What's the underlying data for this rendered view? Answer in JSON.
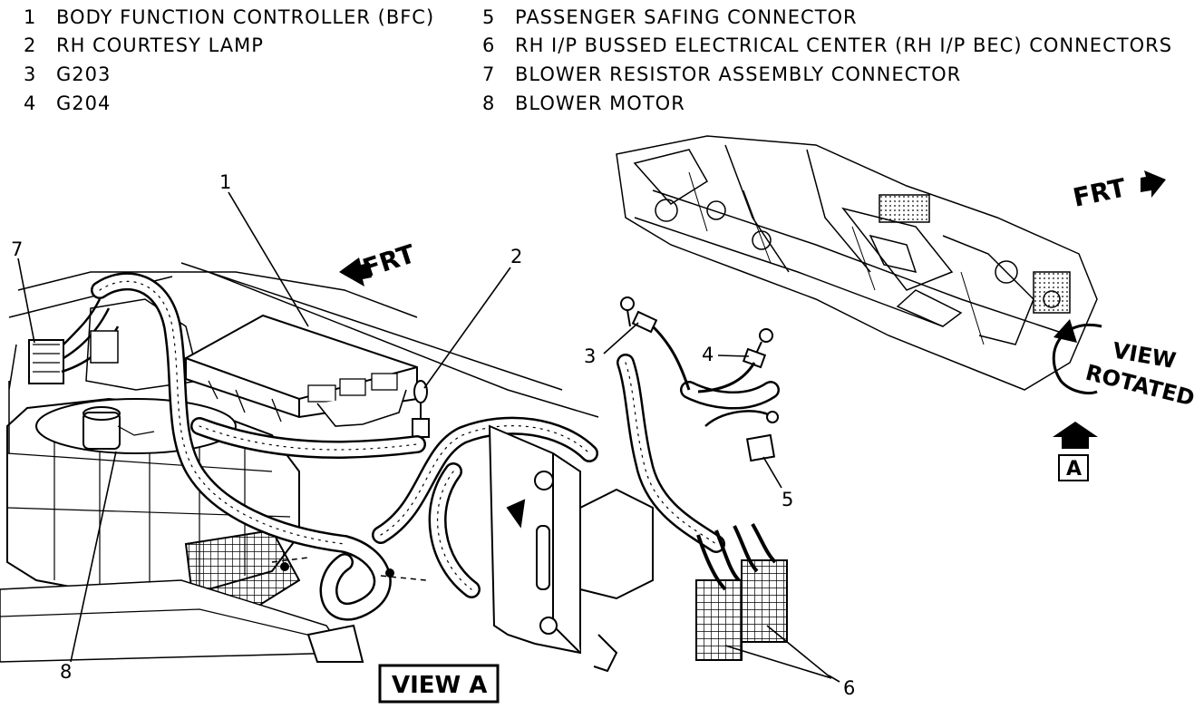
{
  "legend": {
    "left": [
      {
        "num": "1",
        "label": "BODY FUNCTION CONTROLLER (BFC)"
      },
      {
        "num": "2",
        "label": "RH COURTESY LAMP"
      },
      {
        "num": "3",
        "label": "G203"
      },
      {
        "num": "4",
        "label": "G204"
      }
    ],
    "right": [
      {
        "num": "5",
        "label": "PASSENGER SAFING CONNECTOR"
      },
      {
        "num": "6",
        "label": "RH I/P BUSSED ELECTRICAL CENTER (RH I/P BEC) CONNECTORS"
      },
      {
        "num": "7",
        "label": "BLOWER RESISTOR ASSEMBLY CONNECTOR"
      },
      {
        "num": "8",
        "label": "BLOWER MOTOR"
      }
    ]
  },
  "callouts": {
    "c1": "1",
    "c2": "2",
    "c3": "3",
    "c4": "4",
    "c5": "5",
    "c6": "6",
    "c7": "7",
    "c8": "8"
  },
  "direction": {
    "frt_main": "FRT",
    "frt_inset": "FRT"
  },
  "inset": {
    "view_word": "VIEW",
    "rotated_word": "ROTATED",
    "view_marker": "A"
  },
  "view_label": "VIEW A"
}
